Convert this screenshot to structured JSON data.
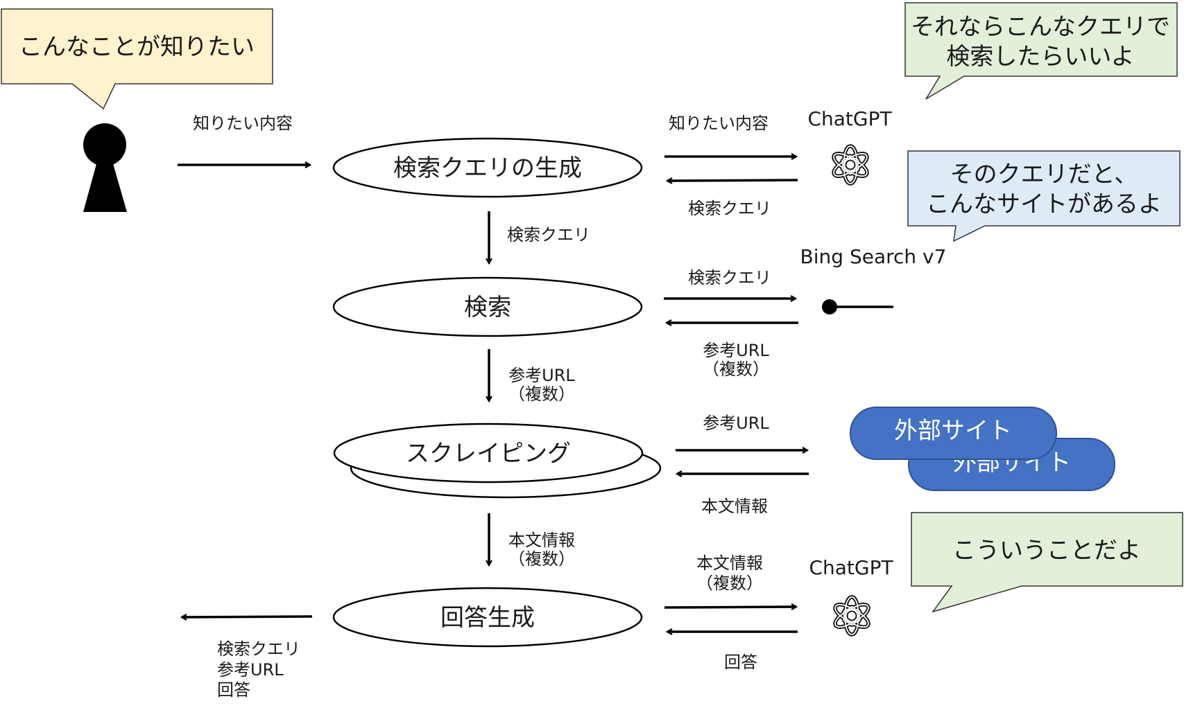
{
  "colors": {
    "user_bubble": "#fff2cc",
    "chatgpt_bubble": "#e2efd9",
    "search_bubble": "#deebf7",
    "site_box": "#4472c4",
    "site_box_border": "#2f528f",
    "line": "#000000"
  },
  "icons": {
    "user": "person-icon",
    "chatgpt": "openai-logo-icon",
    "bing": "api-endpoint-icon"
  },
  "bubbles": {
    "user": "こんなことが知りたい",
    "chatgpt_query_line1": "それならこんなクエリで",
    "chatgpt_query_line2": "検索したらいいよ",
    "search_line1": "そのクエリだと、",
    "search_line2": "こんなサイトがあるよ",
    "chatgpt_answer": "こういうことだよ"
  },
  "processes": {
    "query_gen": "検索クエリの生成",
    "search": "検索",
    "scraping": "スクレイピング",
    "answer_gen": "回答生成"
  },
  "services": {
    "chatgpt_top": "ChatGPT",
    "bing": "Bing Search v7",
    "site_front": "外部サイト",
    "site_back": "外部サイト",
    "chatgpt_bottom": "ChatGPT"
  },
  "labels": {
    "user_in": "知りたい内容",
    "chatgpt_req": "知りたい内容",
    "chatgpt_resp": "検索クエリ",
    "flow1": "検索クエリ",
    "bing_req": "検索クエリ",
    "bing_resp_line1": "参考URL",
    "bing_resp_line2": "（複数）",
    "flow2_line1": "参考URL",
    "flow2_line2": "（複数）",
    "site_req": "参考URL",
    "site_resp": "本文情報",
    "flow3_line1": "本文情報",
    "flow3_line2": "（複数）",
    "answer_req_line1": "本文情報",
    "answer_req_line2": "（複数）",
    "answer_resp": "回答",
    "output_line1": "検索クエリ",
    "output_line2": "参考URL",
    "output_line3": "回答"
  }
}
